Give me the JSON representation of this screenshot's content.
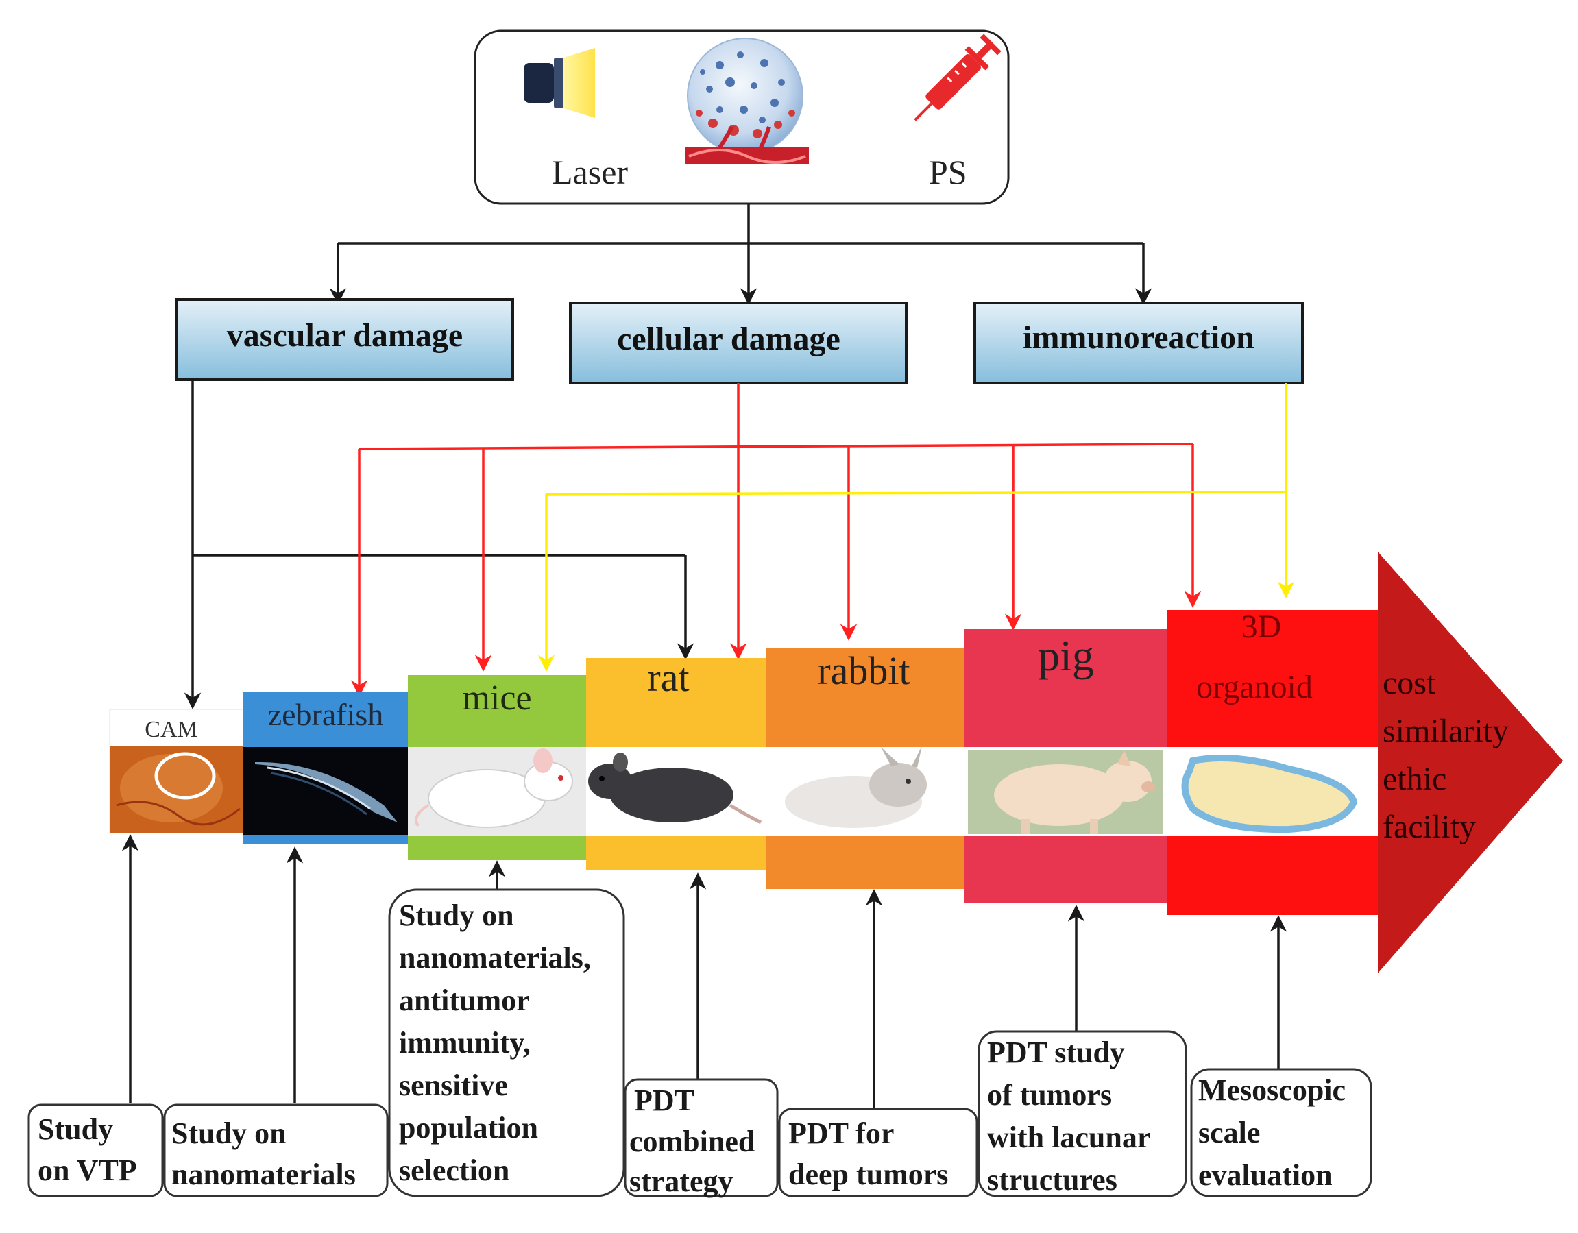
{
  "top_box": {
    "laser_label": "Laser",
    "ps_label": "PS",
    "laser_icon": "flashlight-icon",
    "ps_icon": "syringe-icon",
    "center_icon": "nanoparticle-vessel-icon"
  },
  "mechanisms": {
    "vascular": "vascular damage",
    "cellular": "cellular damage",
    "immuno": "immunoreaction"
  },
  "models": {
    "cam": "CAM",
    "zebrafish": "zebrafish",
    "mice": "mice",
    "rat": "rat",
    "rabbit": "rabbit",
    "pig": "pig",
    "organoid_line1": "3D",
    "organoid_line2": "organoid"
  },
  "arrow_factors": [
    "cost",
    "similarity",
    "ethic",
    "facility"
  ],
  "studies": {
    "cam": [
      "Study",
      "on VTP"
    ],
    "zebrafish": [
      "Study on",
      "nanomaterials"
    ],
    "mice": [
      "Study on",
      "nanomaterials,",
      "antitumor",
      "immunity,",
      "sensitive",
      "population",
      "selection"
    ],
    "rat": [
      "PDT",
      "combined",
      "strategy"
    ],
    "rabbit": [
      "PDT for",
      "deep tumors"
    ],
    "pig": [
      "PDT study",
      "of tumors",
      "with lacunar",
      "structures"
    ],
    "organoid": [
      "Mesoscopic",
      "scale",
      "evaluation"
    ]
  },
  "colors": {
    "box_fill_top": "#dcebf5",
    "box_fill_bottom": "#8fc3de",
    "red_line": "#ff2020",
    "yellow_line": "#ffff00",
    "black_line": "#1a1a1a",
    "zebrafish": "#3b8fd6",
    "mice": "#94c83d",
    "rat": "#fbbf2e",
    "rabbit": "#f2892a",
    "pig": "#e83650",
    "organoid": "#ff1010",
    "arrow_head": "#c41a1a"
  }
}
